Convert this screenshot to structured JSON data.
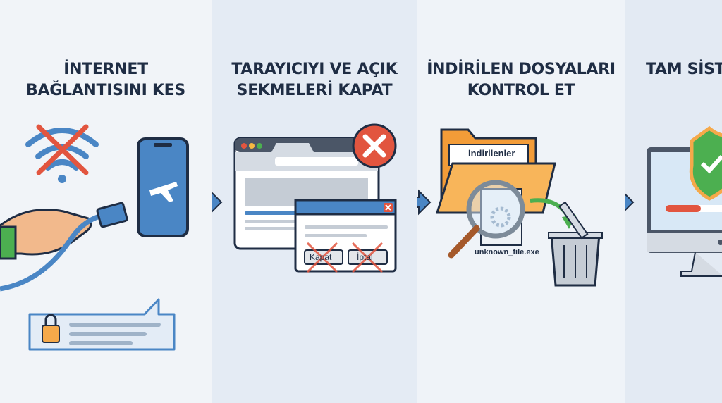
{
  "steps": [
    {
      "title": "İNTERNET\nBAĞLANTISINI KES"
    },
    {
      "title": "TARAYICIYI VE AÇIK\nSEKMELERİ KAPAT",
      "dialog_buttons": [
        "Kapat",
        "İptal"
      ]
    },
    {
      "title": "İNDİRİLEN DOSYALARI\nKONTROL ET",
      "folder_label": "İndirilenler",
      "file_name": "unknown_file.exe"
    },
    {
      "title": "TAM SİST",
      "scan_progress": 0.5
    }
  ],
  "colors": {
    "title": "#1f2d44",
    "arrow": "#4a86c5",
    "danger": "#e2553f",
    "folder": "#f5a94a",
    "shield": "#4caf50"
  }
}
